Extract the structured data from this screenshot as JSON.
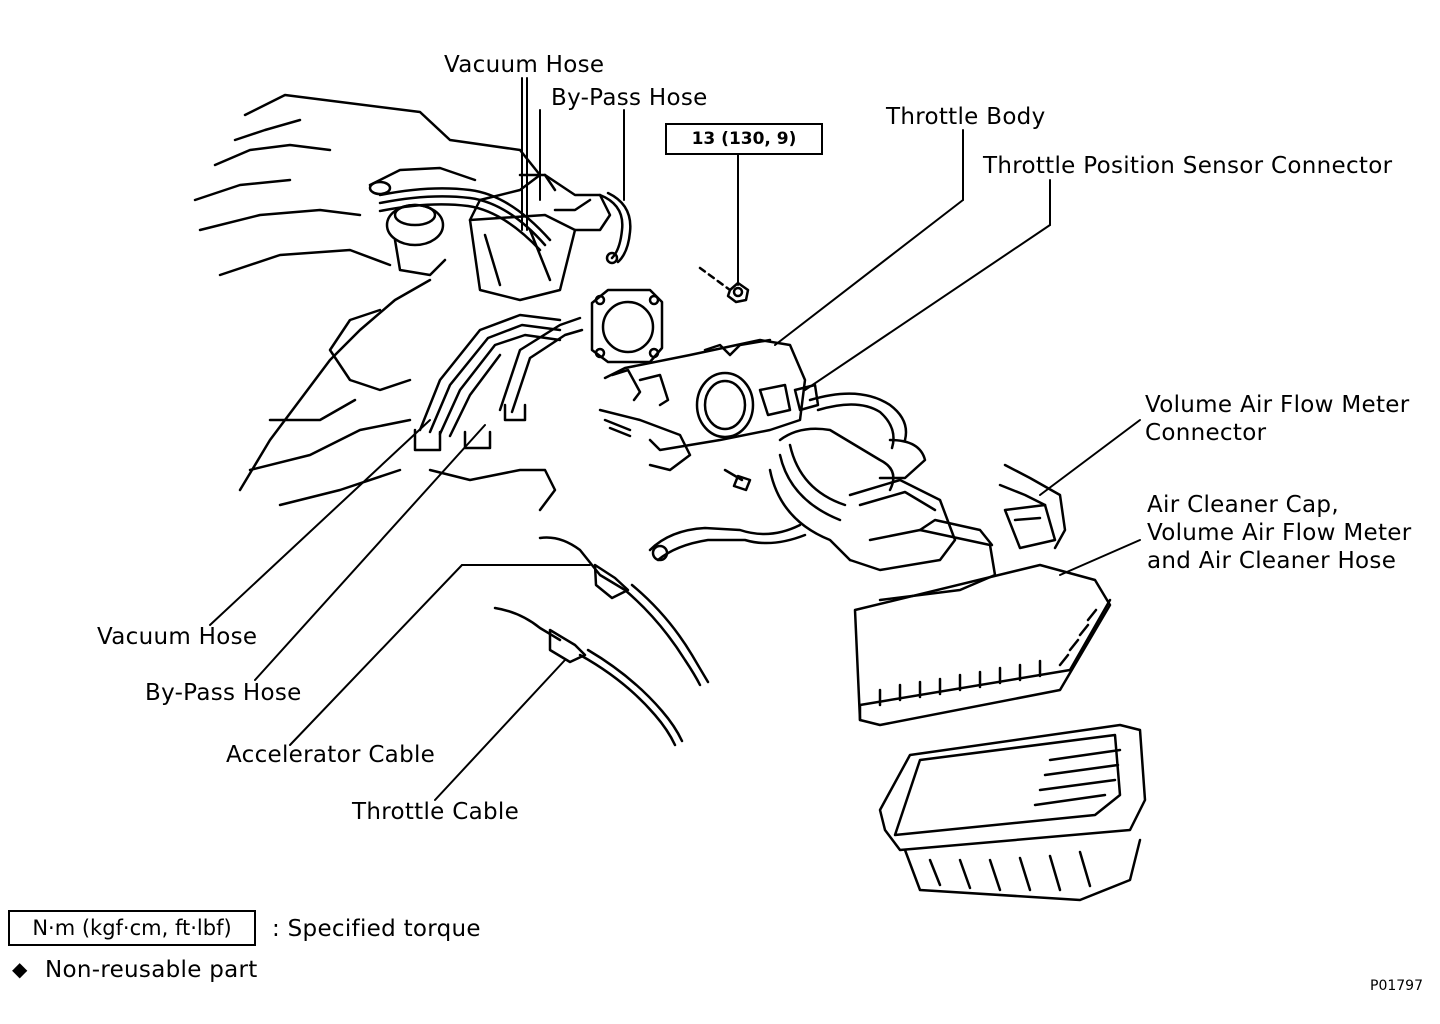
{
  "labels": {
    "vacuum_hose_top": "Vacuum Hose",
    "bypass_hose_top": "By-Pass Hose",
    "throttle_body": "Throttle Body",
    "tps_connector": "Throttle Position Sensor Connector",
    "vafm_connector_line1": "Volume Air Flow Meter",
    "vafm_connector_line2": "Connector",
    "air_cleaner_line1": "Air Cleaner Cap,",
    "air_cleaner_line2": "Volume Air Flow Meter",
    "air_cleaner_line3": "and Air Cleaner Hose",
    "vacuum_hose_bottom": "Vacuum Hose",
    "bypass_hose_bottom": "By-Pass Hose",
    "accelerator_cable": "Accelerator Cable",
    "throttle_cable": "Throttle Cable"
  },
  "torque_spec": "13 (130, 9)",
  "legend": {
    "torque_units": "N·m (kgf·cm, ft·lbf)",
    "torque_desc": ":  Specified torque",
    "nonreusable_symbol": "◆",
    "nonreusable_desc": "Non-reusable part"
  },
  "figure_ref": "P01797"
}
